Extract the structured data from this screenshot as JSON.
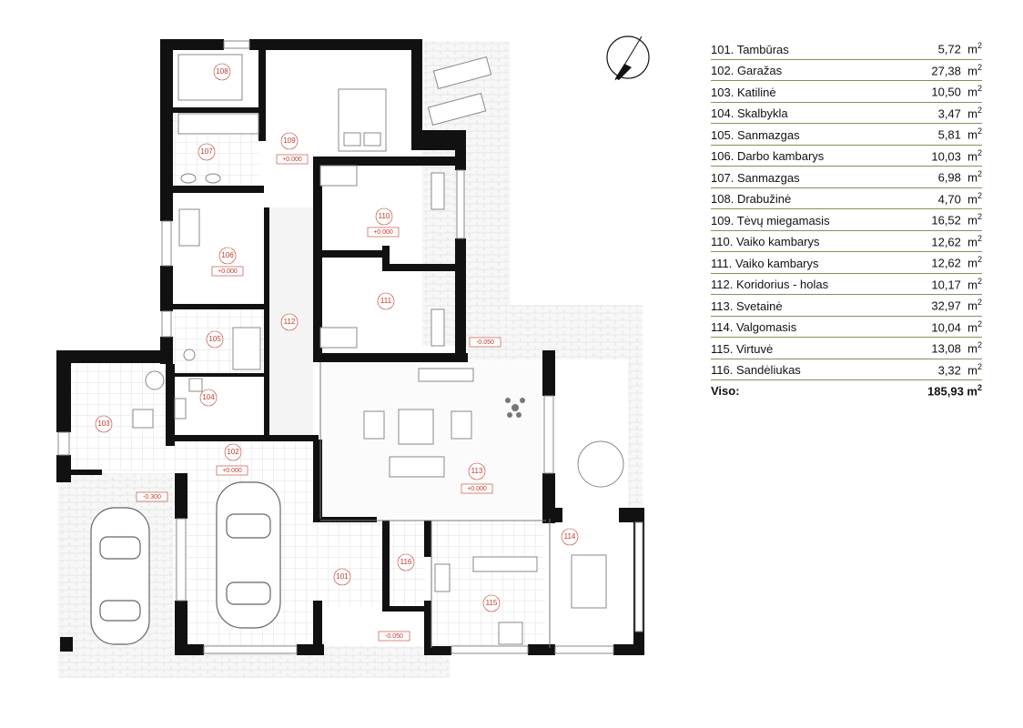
{
  "rooms": [
    {
      "id": "101",
      "name": "Tambūras",
      "area": "5,72"
    },
    {
      "id": "102",
      "name": "Garažas",
      "area": "27,38"
    },
    {
      "id": "103",
      "name": "Katilinė",
      "area": "10,50"
    },
    {
      "id": "104",
      "name": "Skalbykla",
      "area": "3,47"
    },
    {
      "id": "105",
      "name": "Sanmazgas",
      "area": "5,81"
    },
    {
      "id": "106",
      "name": "Darbo kambarys",
      "area": "10,03"
    },
    {
      "id": "107",
      "name": "Sanmazgas",
      "area": "6,98"
    },
    {
      "id": "108",
      "name": "Drabužinė",
      "area": "4,70"
    },
    {
      "id": "109",
      "name": "Tėvų miegamasis",
      "area": "16,52"
    },
    {
      "id": "110",
      "name": "Vaiko kambarys",
      "area": "12,62"
    },
    {
      "id": "111",
      "name": "Vaiko kambarys",
      "area": "12,62"
    },
    {
      "id": "112",
      "name": "Koridorius - holas",
      "area": "10,17"
    },
    {
      "id": "113",
      "name": "Svetainė",
      "area": "32,97"
    },
    {
      "id": "114",
      "name": "Valgomasis",
      "area": "10,04"
    },
    {
      "id": "115",
      "name": "Virtuvė",
      "area": "13,08"
    },
    {
      "id": "116",
      "name": "Sandėliukas",
      "area": "3,32"
    }
  ],
  "unit_base": "m",
  "unit_exp": "2",
  "total": {
    "label": "Viso:",
    "area": "185,93"
  },
  "levels": {
    "zero": "+0.000",
    "garage_outside": "-0.300",
    "terrace": "-0.050",
    "entrance": "-0.050"
  },
  "compass_icon": "north-arrow-icon"
}
